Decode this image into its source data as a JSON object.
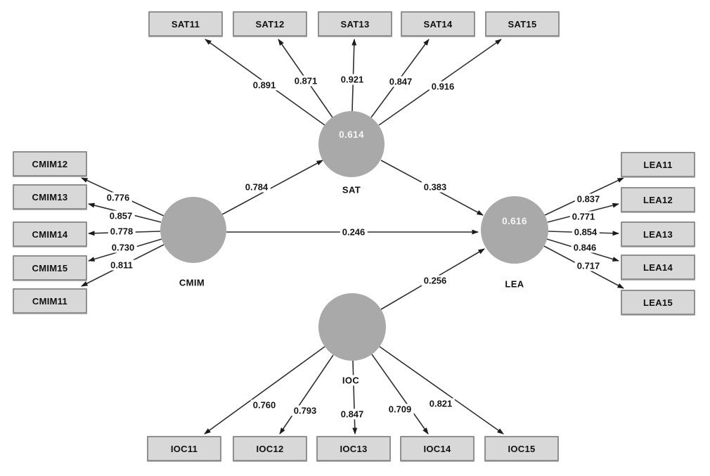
{
  "diagram": {
    "kind": "pls-sem-path-model",
    "colors": {
      "construct_fill": "#a9a9a9",
      "indicator_fill": "#d8d8d8",
      "indicator_border": "#8f8f8f",
      "arrow": "#2f2f2f",
      "r_squared_text": "#f5f5f5"
    },
    "constructs": {
      "SAT": {
        "label": "SAT",
        "r_squared": "0.614"
      },
      "CMIM": {
        "label": "CMIM"
      },
      "LEA": {
        "label": "LEA",
        "r_squared": "0.616"
      },
      "IOC": {
        "label": "IOC"
      }
    },
    "indicators": {
      "SAT": [
        {
          "label": "SAT11",
          "loading": "0.891"
        },
        {
          "label": "SAT12",
          "loading": "0.871"
        },
        {
          "label": "SAT13",
          "loading": "0.921"
        },
        {
          "label": "SAT14",
          "loading": "0.847"
        },
        {
          "label": "SAT15",
          "loading": "0.916"
        }
      ],
      "CMIM": [
        {
          "label": "CMIM12",
          "loading": "0.776"
        },
        {
          "label": "CMIM13",
          "loading": "0.857"
        },
        {
          "label": "CMIM14",
          "loading": "0.778"
        },
        {
          "label": "CMIM15",
          "loading": "0.730"
        },
        {
          "label": "CMIM11",
          "loading": "0.811"
        }
      ],
      "LEA": [
        {
          "label": "LEA11",
          "loading": "0.837"
        },
        {
          "label": "LEA12",
          "loading": "0.771"
        },
        {
          "label": "LEA13",
          "loading": "0.854"
        },
        {
          "label": "LEA14",
          "loading": "0.846"
        },
        {
          "label": "LEA15",
          "loading": "0.717"
        }
      ],
      "IOC": [
        {
          "label": "IOC11",
          "loading": "0.760"
        },
        {
          "label": "IOC12",
          "loading": "0.793"
        },
        {
          "label": "IOC13",
          "loading": "0.847"
        },
        {
          "label": "IOC14",
          "loading": "0.709"
        },
        {
          "label": "IOC15",
          "loading": "0.821"
        }
      ]
    },
    "paths": [
      {
        "from": "CMIM",
        "to": "SAT",
        "coefficient": "0.784"
      },
      {
        "from": "CMIM",
        "to": "LEA",
        "coefficient": "0.246"
      },
      {
        "from": "SAT",
        "to": "LEA",
        "coefficient": "0.383"
      },
      {
        "from": "IOC",
        "to": "LEA",
        "coefficient": "0.256"
      }
    ]
  }
}
